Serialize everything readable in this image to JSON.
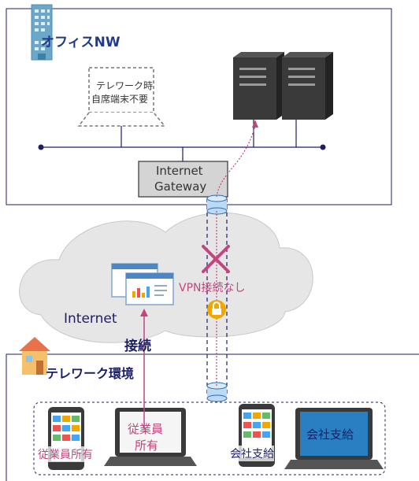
{
  "office": {
    "title": "オフィスNW",
    "laptop_note_line1": "テレワーク時",
    "laptop_note_line2": "自席端末不要",
    "gateway_line1": "Internet",
    "gateway_line2": "Gateway"
  },
  "internet": {
    "label": "Internet",
    "vpn_label": "VPN接続なし",
    "connect_label": "接続"
  },
  "telework": {
    "title": "テレワーク環境",
    "devices": [
      {
        "label": "従業員所有"
      },
      {
        "label_line1": "従業員",
        "label_line2": "所有"
      },
      {
        "label": "会社支給"
      },
      {
        "label": "会社支給"
      }
    ]
  },
  "colors": {
    "pink": "#c2457e",
    "navy": "#1a1f66",
    "office_title": "#1f3a8a",
    "cloud": "#e6e6e6",
    "gateway_fill": "#d4d4d4",
    "laptop_screen_blue": "#2a7fc2",
    "lock_gold": "#f0a800"
  }
}
